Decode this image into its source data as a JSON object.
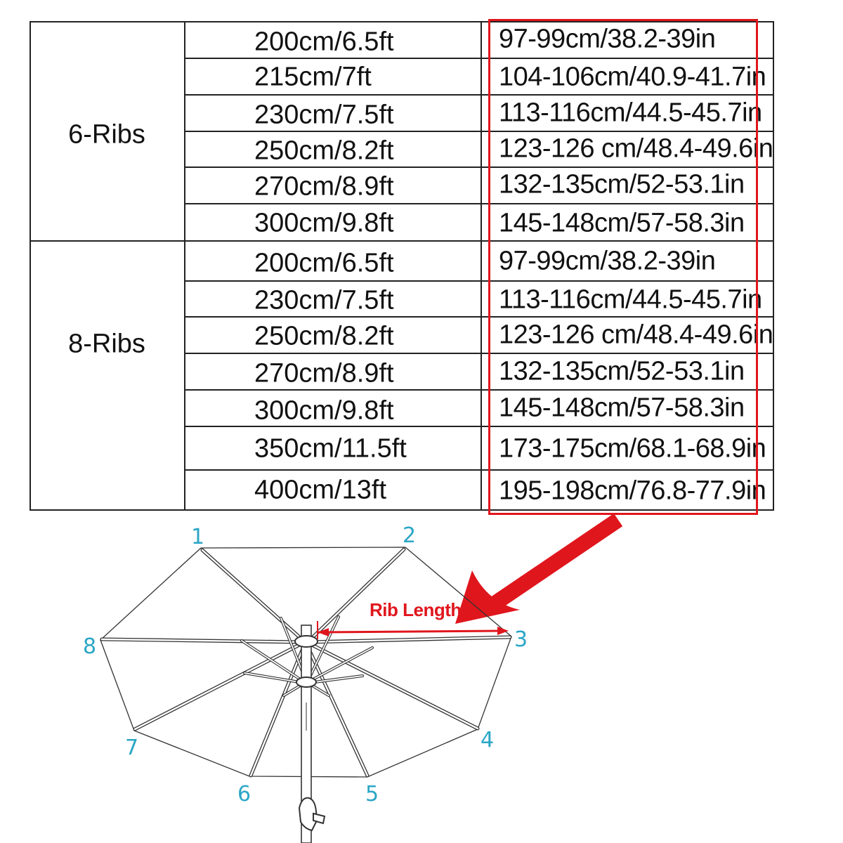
{
  "table": {
    "groups": [
      {
        "label": "6-Ribs",
        "rows": [
          {
            "diameter": "200cm/6.5ft",
            "rib_length": "97-99cm/38.2-39in"
          },
          {
            "diameter": "215cm/7ft",
            "rib_length": "104-106cm/40.9-41.7in"
          },
          {
            "diameter": "230cm/7.5ft",
            "rib_length": "113-116cm/44.5-45.7in"
          },
          {
            "diameter": "250cm/8.2ft",
            "rib_length": "123-126 cm/48.4-49.6in"
          },
          {
            "diameter": "270cm/8.9ft",
            "rib_length": "132-135cm/52-53.1in"
          },
          {
            "diameter": "300cm/9.8ft",
            "rib_length": "145-148cm/57-58.3in"
          }
        ]
      },
      {
        "label": "8-Ribs",
        "rows": [
          {
            "diameter": "200cm/6.5ft",
            "rib_length": "97-99cm/38.2-39in"
          },
          {
            "diameter": "230cm/7.5ft",
            "rib_length": "113-116cm/44.5-45.7in"
          },
          {
            "diameter": "250cm/8.2ft",
            "rib_length": "123-126 cm/48.4-49.6in"
          },
          {
            "diameter": "270cm/8.9ft",
            "rib_length": "132-135cm/52-53.1in"
          },
          {
            "diameter": "300cm/9.8ft",
            "rib_length": "145-148cm/57-58.3in"
          },
          {
            "diameter": "350cm/11.5ft",
            "rib_length": "173-175cm/68.1-68.9in"
          },
          {
            "diameter": "400cm/13ft",
            "rib_length": "195-198cm/76.8-77.9in"
          }
        ]
      }
    ]
  },
  "diagram": {
    "rib_length_label": "Rib Length",
    "rib_numbers": [
      "1",
      "2",
      "3",
      "4",
      "5",
      "6",
      "7",
      "8"
    ]
  },
  "colors": {
    "highlight": "#e0161d",
    "rib_number": "#2ba6c6",
    "line": "#222222"
  }
}
